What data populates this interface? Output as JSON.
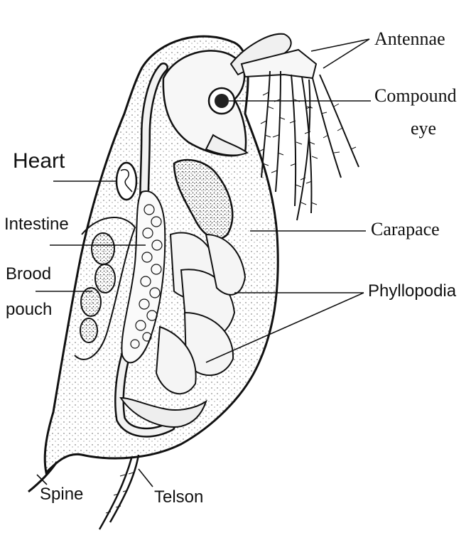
{
  "diagram": {
    "labels": {
      "antennae": "Antennae",
      "compound_eye_line1": "Compound",
      "compound_eye_line2": "eye",
      "heart": "Heart",
      "intestine": "Intestine",
      "brood_pouch_line1": "Brood",
      "brood_pouch_line2": "pouch",
      "carapace": "Carapace",
      "phyllopodia": "Phyllopodia",
      "spine": "Spine",
      "telson": "Telson"
    },
    "colors": {
      "ink": "#111111",
      "body_fill": "#f4f4f4",
      "organ_fill": "#e2e2e2",
      "background": "#ffffff"
    }
  }
}
